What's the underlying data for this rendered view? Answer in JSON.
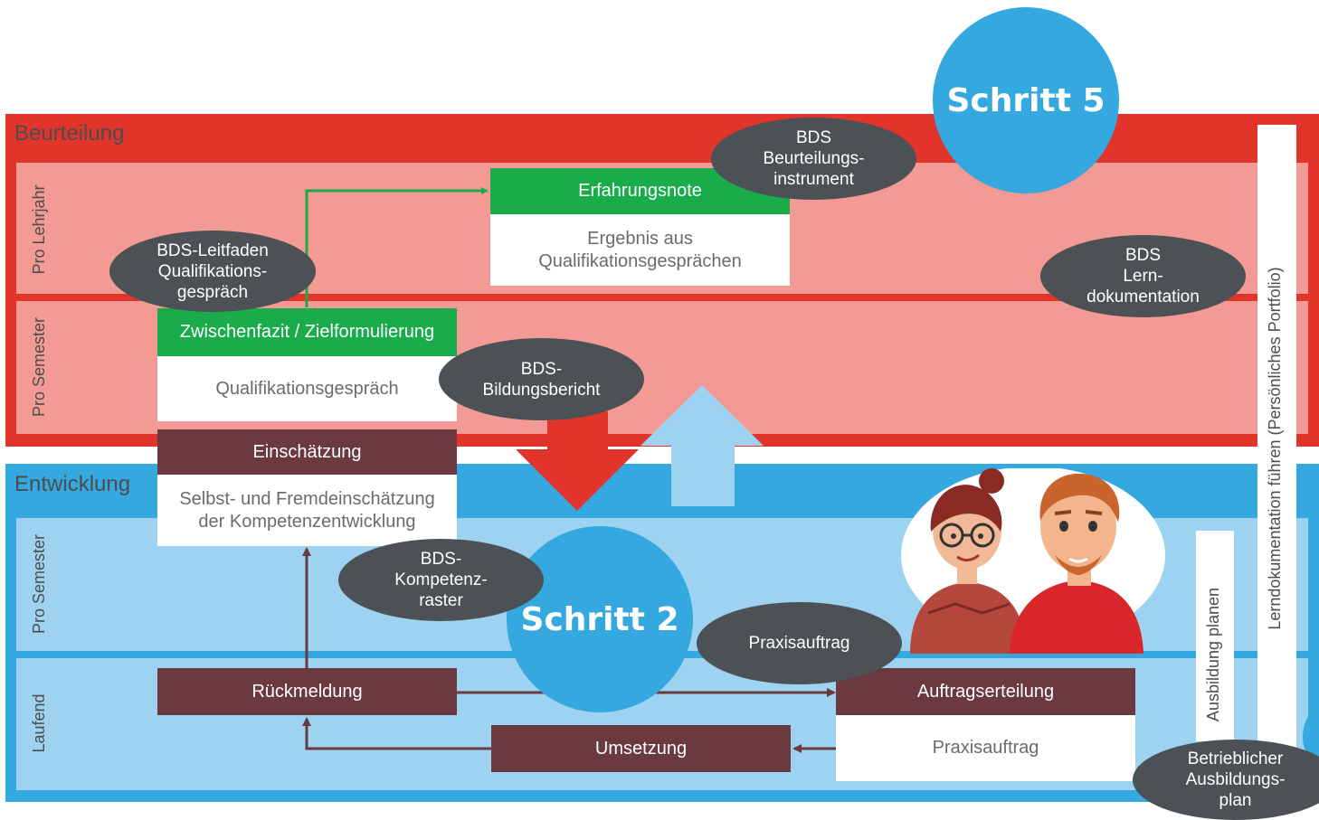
{
  "sections": {
    "beurteilung": "Beurteilung",
    "entwicklung": "Entwicklung"
  },
  "row_labels": {
    "pro_lehrjahr": "Pro Lehrjahr",
    "pro_semester_top": "Pro Semester",
    "pro_semester_bottom": "Pro Semester",
    "laufend": "Laufend"
  },
  "boxes": {
    "erfahrungsnote": {
      "head": "Erfahrungsnote",
      "body": "Ergebnis aus\nQualifikationsgesprächen"
    },
    "zwischenfazit": {
      "head": "Zwischenfazit / Zielformulierung",
      "body": "Qualifikationsgespräch"
    },
    "einschaetzung": {
      "head": "Einschätzung",
      "body": "Selbst- und Fremdeinschätzung\nder Kompetenzentwicklung"
    },
    "rueckmeldung": "Rückmeldung",
    "umsetzung": "Umsetzung",
    "auftragserteilung": {
      "head": "Auftragserteilung",
      "body": "Praxisauftrag"
    }
  },
  "ellipses": {
    "leitfaden": "BDS-Leitfaden\nQualifikations-\ngespräch",
    "beurteilungsinstrument": "BDS\nBeurteilungs-\ninstrument",
    "lerndokumentation": "BDS\nLern-\ndokumentation",
    "bildungsbericht": "BDS-\nBildungsbericht",
    "kompetenzraster": "BDS-\nKompetenz-\nraster",
    "praxisauftrag": "Praxisauftrag",
    "ausbildungsplan": "Betrieblicher\nAusbildungs-\nplan"
  },
  "steps": {
    "schritt5": "Schritt 5",
    "schritt2": "Schritt 2"
  },
  "vertical_bars": {
    "lerndokumentation": "Lerndokumentation führen (Persönliches Portfolio)",
    "ausbildung": "Ausbildung planen"
  },
  "colors": {
    "red": "#e1342b",
    "pink": "#f29a93",
    "blue": "#36a8e0",
    "light_blue": "#9dd3f0",
    "green": "#1aab4b",
    "maroon": "#6b3940",
    "ellipse": "#4b5154"
  }
}
